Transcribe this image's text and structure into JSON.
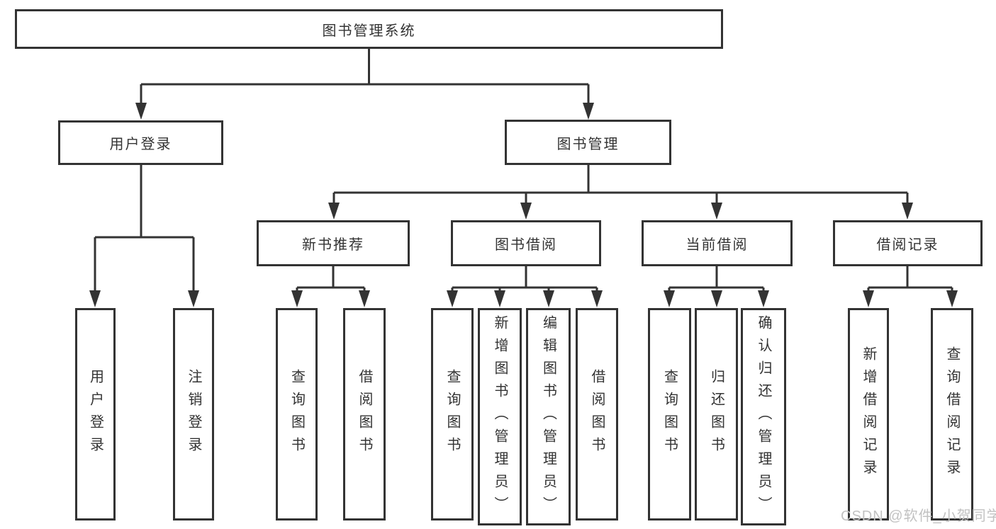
{
  "watermark": "CSDN @软件_小贺同学",
  "colors": {
    "line": "#333333",
    "text": "#333333",
    "watermark": "#c2c2c2",
    "background": "#ffffff"
  },
  "tree": {
    "root": "图书管理系统",
    "user_login": {
      "label": "用户登录",
      "leaves": [
        "用户登录",
        "注销登录"
      ]
    },
    "book_management": {
      "label": "图书管理",
      "groups": [
        {
          "label": "新书推荐",
          "leaves": [
            "查询图书",
            "借阅图书"
          ]
        },
        {
          "label": "图书借阅",
          "leaves": [
            "查询图书",
            "新增图书（管理员）",
            "编辑图书（管理员）",
            "借阅图书"
          ]
        },
        {
          "label": "当前借阅",
          "leaves": [
            "查询图书",
            "归还图书",
            "确认归还（管理员）"
          ]
        },
        {
          "label": "借阅记录",
          "leaves": [
            "新增借阅记录",
            "查询借阅记录"
          ]
        }
      ]
    }
  }
}
